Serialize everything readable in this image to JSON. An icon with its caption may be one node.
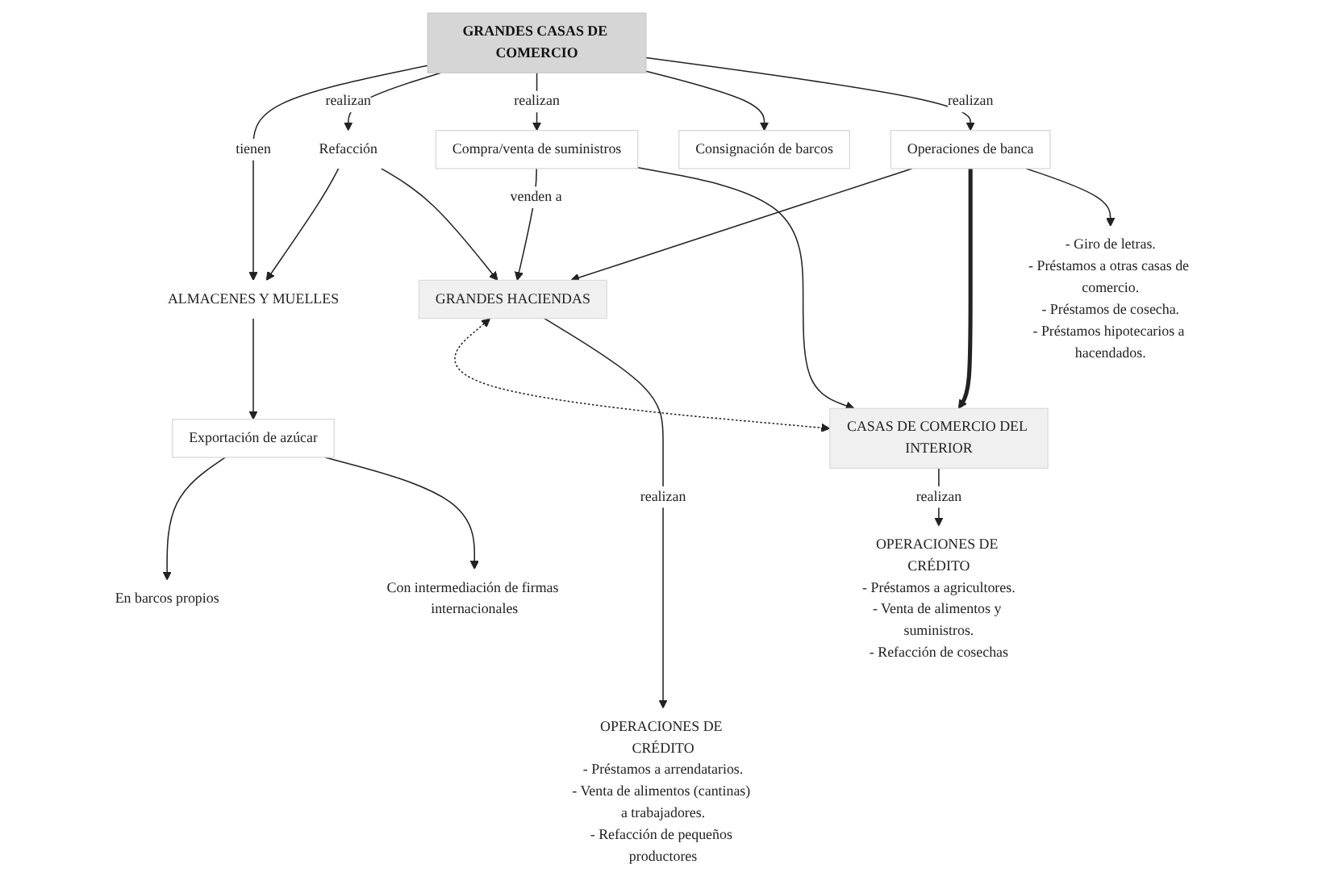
{
  "diagram": {
    "nodes": [
      {
        "text": [
          "En barcos propios"
        ]
      },
      {
        "text": [
          "Exportación de azúcar"
        ]
      },
      {
        "text": [
          "Con intermediación de firmas internacionales"
        ]
      },
      {
        "text": [
          "ALMACENES Y MUELLES"
        ]
      },
      {
        "text": [
          "Refacción"
        ]
      },
      {
        "text": [
          "GRANDES HACIENDAS"
        ]
      },
      {
        "text": [
          "GRANDES CASAS DE COMERCIO"
        ]
      },
      {
        "text": [
          "Compra/venta de suministros"
        ]
      },
      {
        "text": [
          "Consignación de barcos"
        ]
      },
      {
        "text": [
          "Operaciones de banca"
        ]
      },
      {
        "text": [
          "CASAS DE COMERCIO DEL INTERIOR"
        ]
      },
      {
        "text": [
          "OPERACIONES DE CRÉDITO",
          "- Préstamos a arrendatarios.",
          "- Venta de alimentos (cantinas) a trabajadores.",
          "- Refacción de pequeños productores"
        ]
      },
      {
        "text": [
          "- Giro de letras.",
          "- Préstamos a otras casas de comercio.",
          "- Préstamos de cosecha.",
          "- Préstamos hipotecarios a hacendados."
        ]
      },
      {
        "text": [
          "OPERACIONES DE CRÉDITO",
          "- Préstamos a agricultores.",
          "- Venta de alimentos y suministros.",
          "- Refacción de cosechas"
        ]
      }
    ],
    "edges": [
      {
        "from": 1,
        "to": 0,
        "arrow": "to"
      },
      {
        "from": 3,
        "to": 1,
        "arrow": "to"
      },
      {
        "from": 1,
        "to": 2,
        "arrow": "to"
      },
      {
        "from": 4,
        "to": 3,
        "arrow": "to"
      },
      {
        "from": 4,
        "to": 5,
        "arrow": "to"
      },
      {
        "from": 6,
        "to": 3,
        "label": "tienen",
        "arrow": "to"
      },
      {
        "from": 6,
        "to": 4,
        "label": "realizan",
        "arrow": "to"
      },
      {
        "from": 6,
        "to": 7,
        "label": "realizan",
        "arrow": "to"
      },
      {
        "from": 6,
        "to": 8,
        "arrow": "to"
      },
      {
        "from": 6,
        "to": 9,
        "label": "realizan",
        "arrow": "to"
      },
      {
        "from": 7,
        "to": 5,
        "label": "venden a",
        "arrow": "to"
      },
      {
        "from": 7,
        "to": 10,
        "arrow": "to"
      },
      {
        "from": 9,
        "to": 5,
        "arrow": "to"
      },
      {
        "from": 5,
        "to": 10,
        "arrow": "both",
        "style": "dashed"
      },
      {
        "from": 9,
        "to": 10,
        "arrow": "to",
        "style": "thick"
      },
      {
        "from": 5,
        "to": 11,
        "label": "realizan",
        "arrow": "to"
      },
      {
        "from": 9,
        "to": 12,
        "arrow": "to"
      },
      {
        "from": 10,
        "to": 13,
        "label": "realizan",
        "arrow": "to"
      }
    ]
  }
}
